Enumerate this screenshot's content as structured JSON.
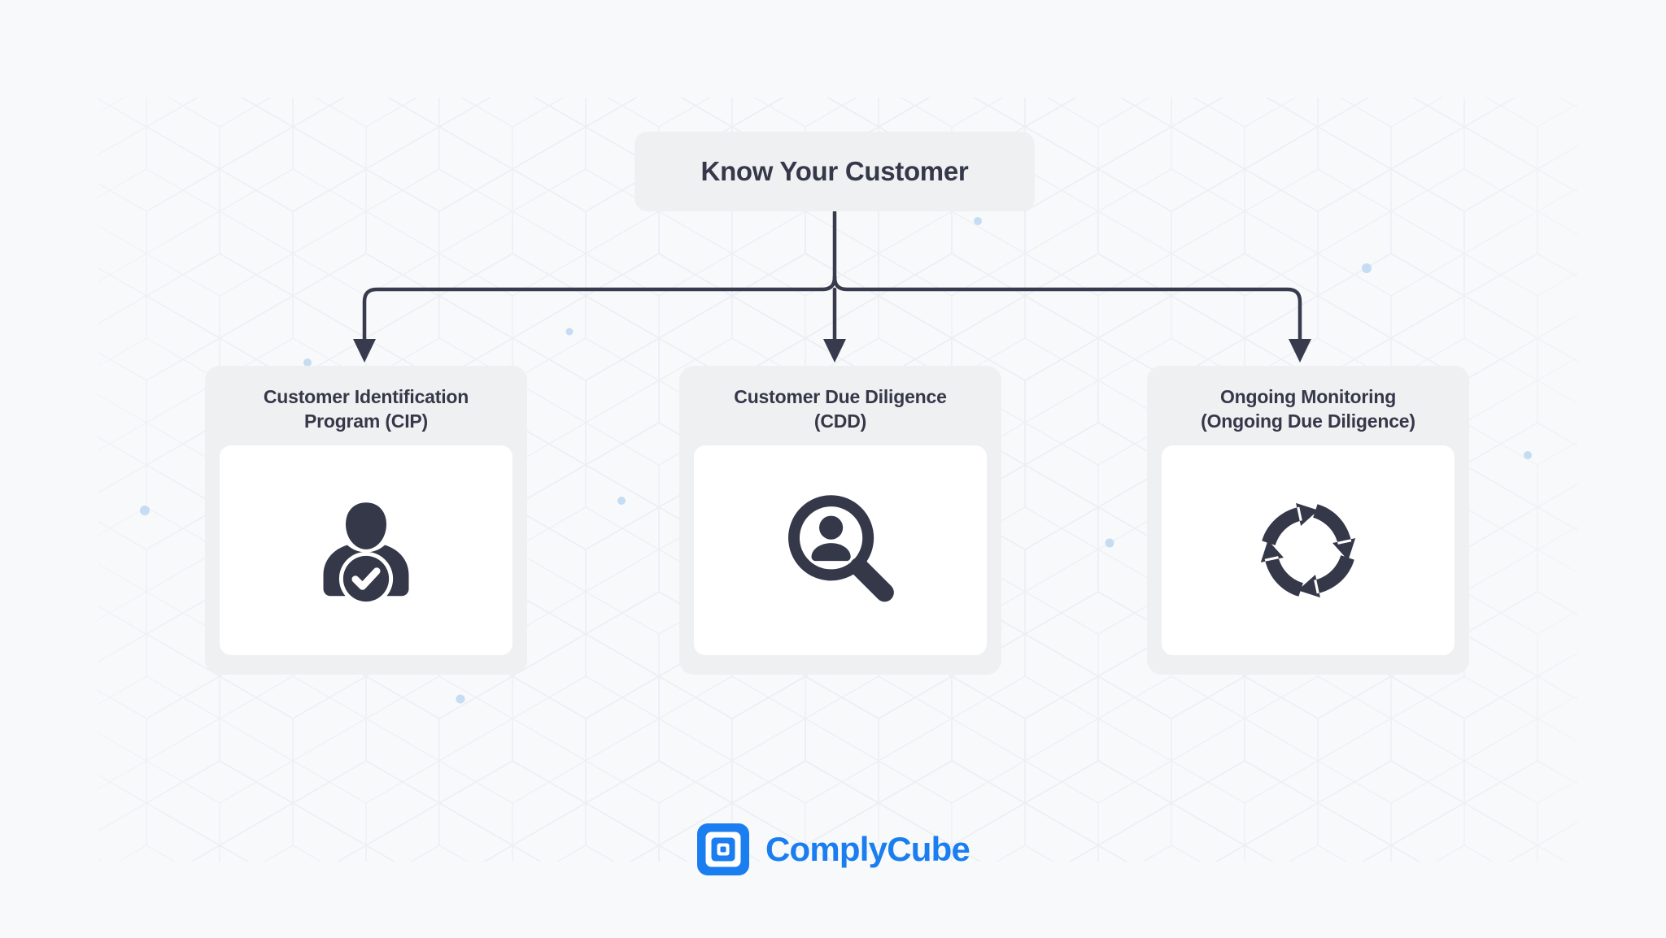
{
  "diagram": {
    "type": "hierarchy-tree",
    "root": {
      "label": "Know Your Customer"
    },
    "children": [
      {
        "label": "Customer Identification Program (CIP)",
        "line1": "Customer Identification",
        "line2": "Program (CIP)",
        "icon": "person-verified-check-icon"
      },
      {
        "label": "Customer Due Diligence (CDD)",
        "line1": "Customer Due Diligence",
        "line2": "(CDD)",
        "icon": "magnifier-person-search-icon"
      },
      {
        "label": "Ongoing Monitoring (Ongoing Due Diligence)",
        "line1": "Ongoing Monitoring",
        "line2": "(Ongoing Due Diligence)",
        "icon": "cycle-refresh-arrows-icon"
      }
    ]
  },
  "footer": {
    "brand": "ComplyCube",
    "logo_icon": "complycube-nested-squares-logo"
  },
  "colors": {
    "page_background": "#f8f9fa",
    "card_background": "#eff0f1",
    "panel_background": "#ffffff",
    "text_dark": "#353849",
    "connector": "#383b4d",
    "icon": "#353849",
    "brand_blue": "#1a7ef0",
    "pattern_line": "#e8edf3",
    "pattern_dot": "#c6dcf2"
  }
}
